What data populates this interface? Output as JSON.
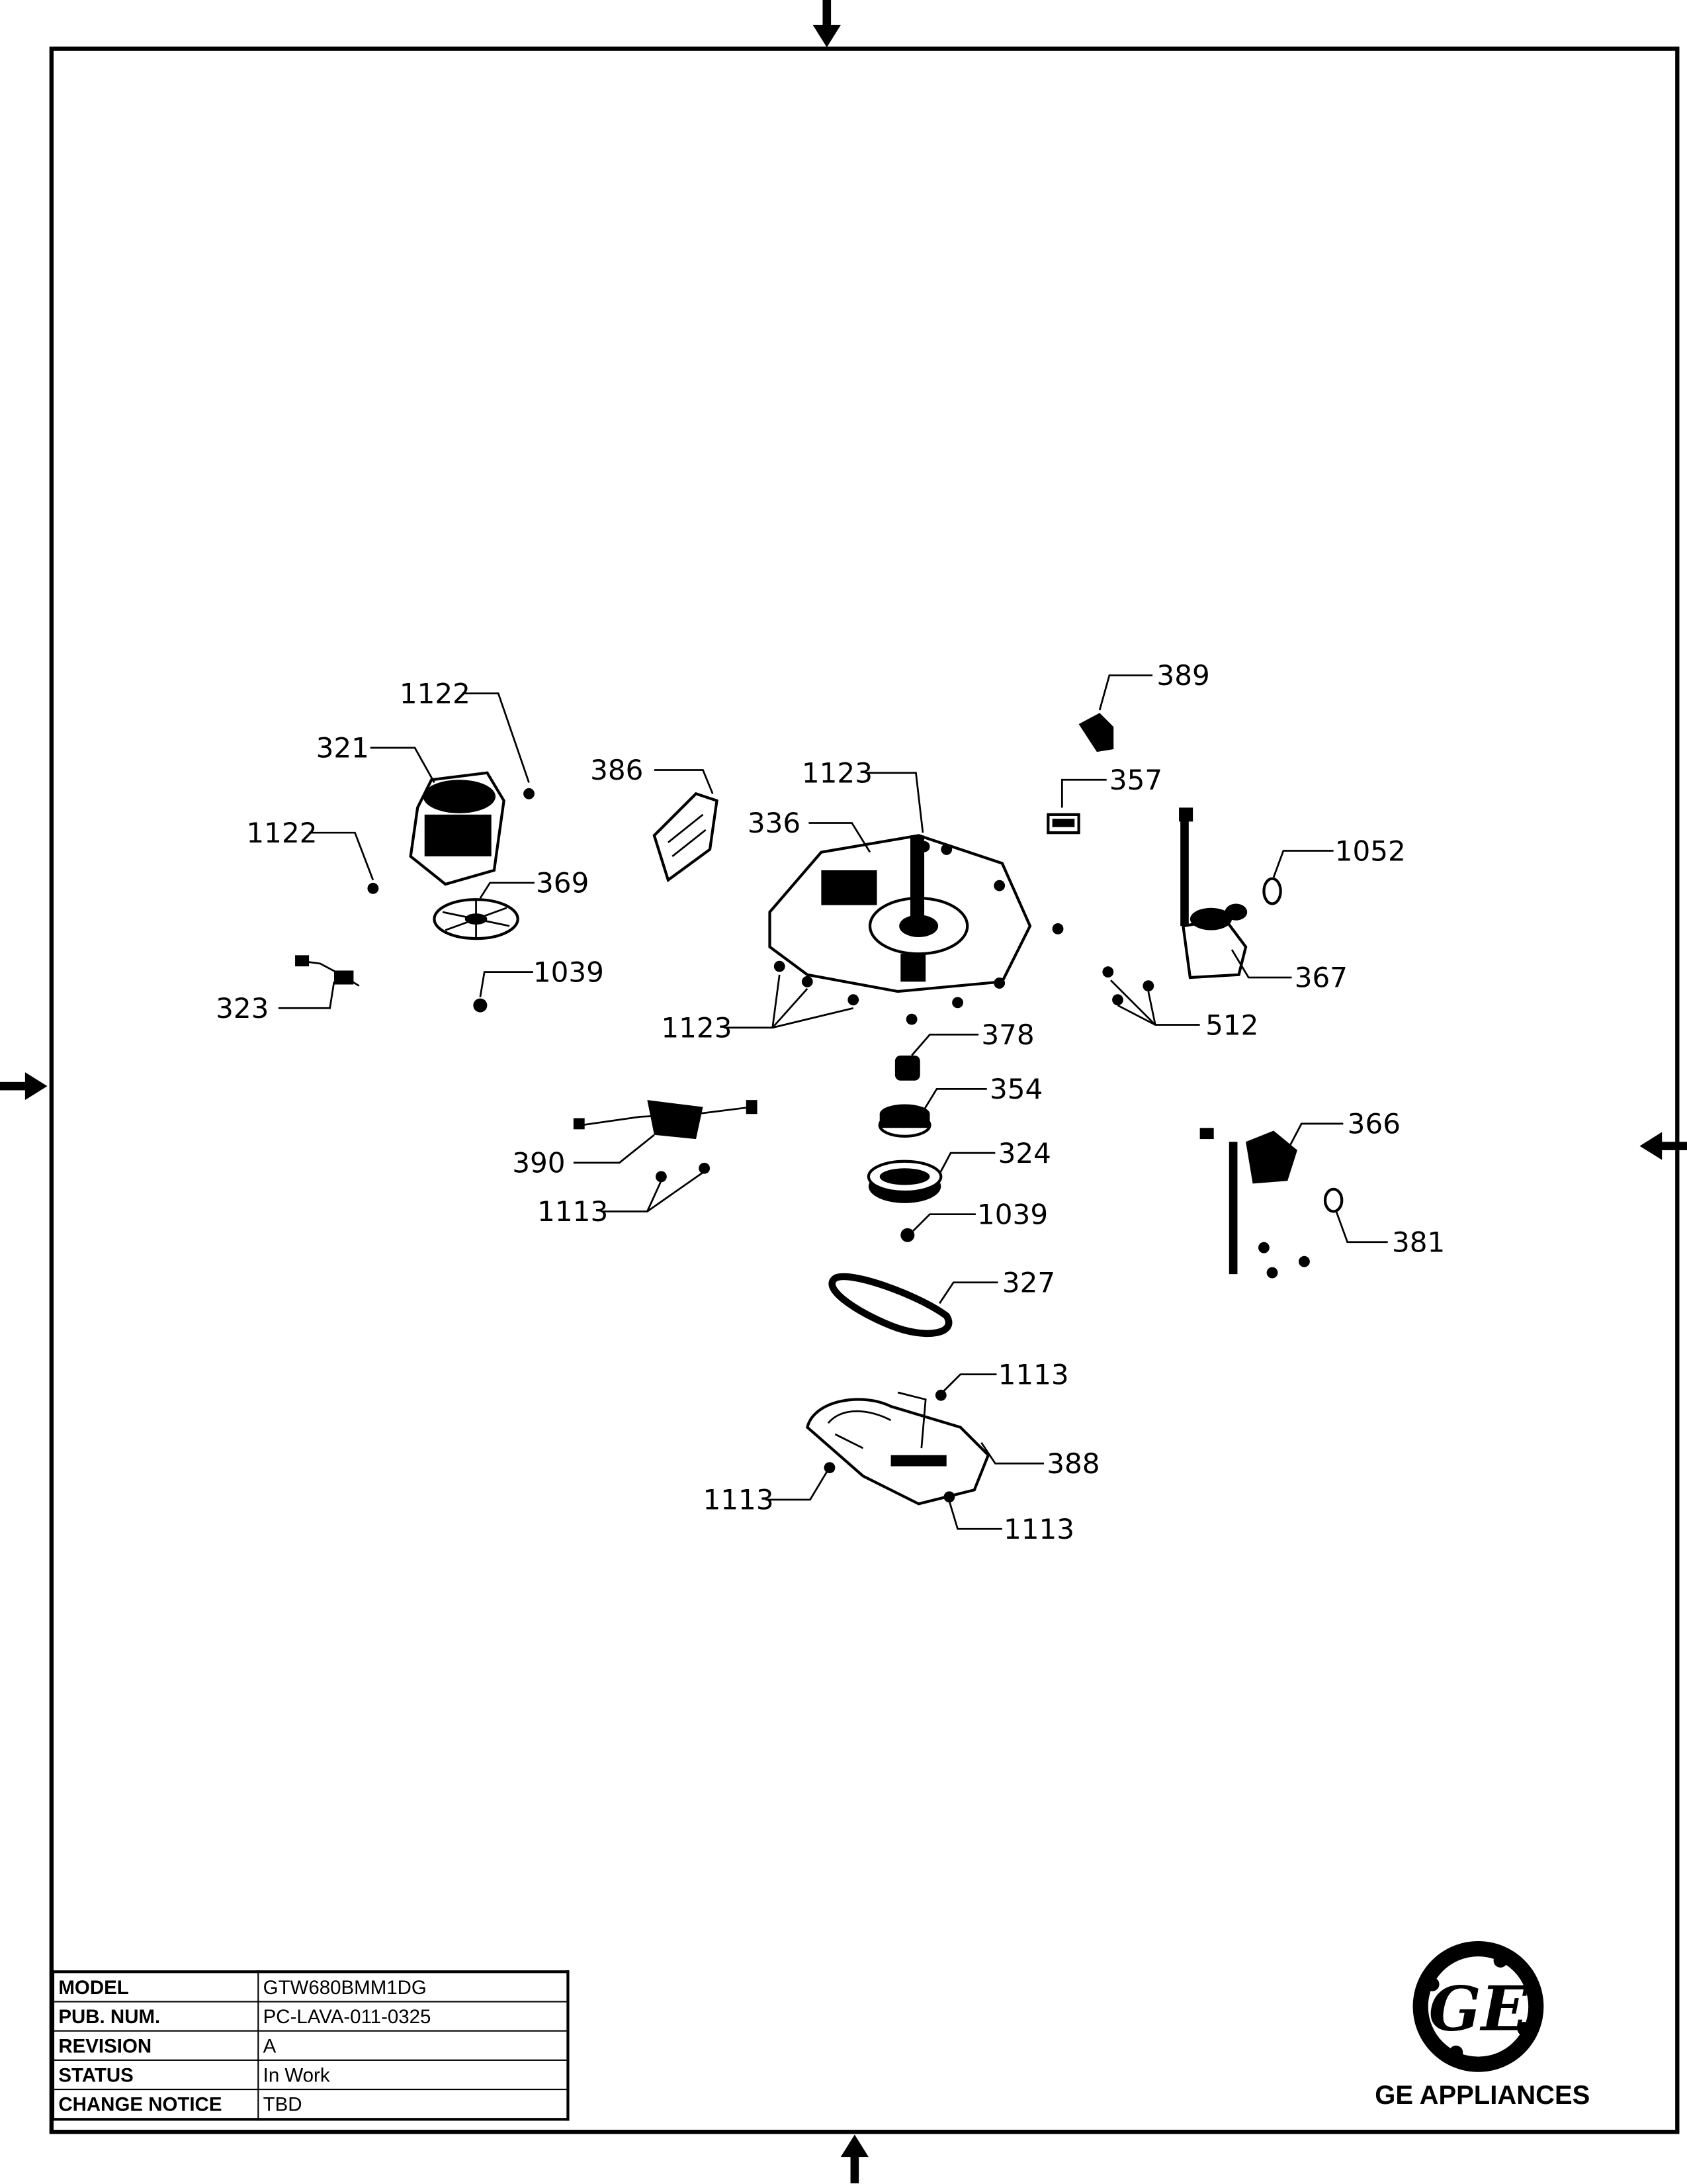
{
  "title_block": {
    "rows": [
      {
        "label": "MODEL",
        "value": "GTW680BMM1DG"
      },
      {
        "label": "PUB. NUM.",
        "value": "PC-LAVA-011-0325"
      },
      {
        "label": "REVISION",
        "value": "A"
      },
      {
        "label": "STATUS",
        "value": "In Work"
      },
      {
        "label": "CHANGE NOTICE",
        "value": "TBD"
      }
    ]
  },
  "brand": {
    "logo_text": "GE",
    "name": "GE APPLIANCES"
  },
  "callouts": [
    "1122",
    "321",
    "386",
    "1123",
    "389",
    "357",
    "336",
    "1122",
    "1052",
    "369",
    "1039",
    "367",
    "323",
    "1123",
    "512",
    "378",
    "354",
    "366",
    "324",
    "390",
    "1113",
    "1039",
    "381",
    "327",
    "1113",
    "388",
    "1113",
    "1113"
  ]
}
